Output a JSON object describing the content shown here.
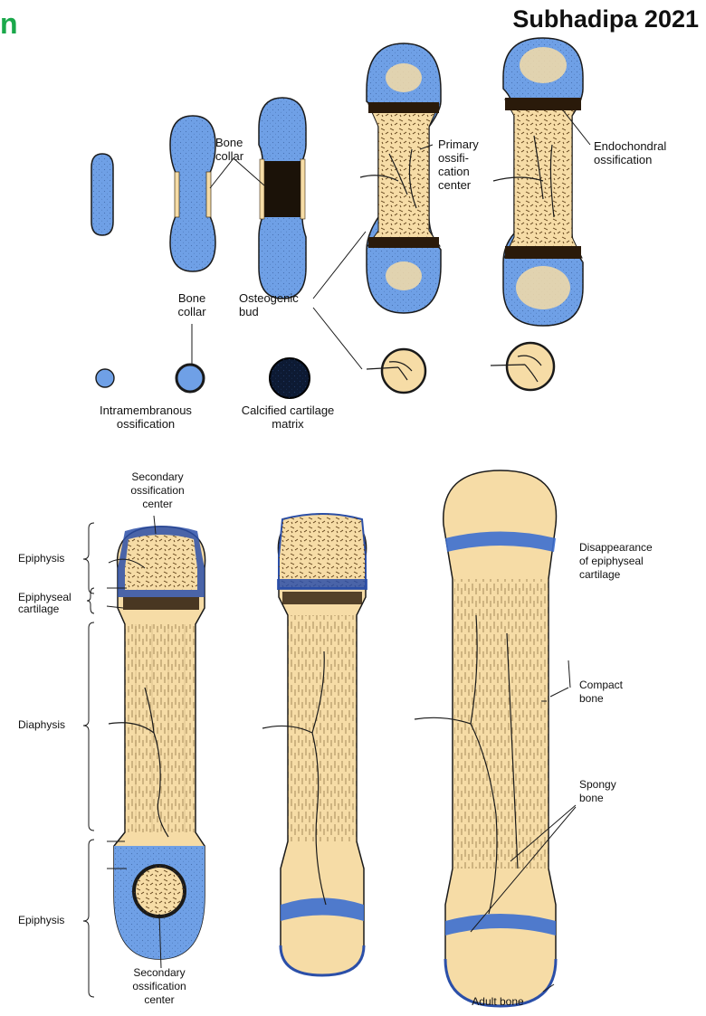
{
  "header": {
    "left": "n",
    "right": "Subhadipa 2021"
  },
  "labels": {
    "bone_collar_top": "Bone\ncollar",
    "primary_center": "Primary\nossifi-\ncation\ncenter",
    "endochondral": "Endochondral\nossification",
    "bone_collar_mid": "Bone\ncollar",
    "osteogenic_bud": "Osteogenic\nbud",
    "intramembranous": "Intramembranous\nossification",
    "calcified_matrix": "Calcified cartilage\nmatrix",
    "secondary_center_top": "Secondary\nossification\ncenter",
    "epiphysis_top": "Epiphysis",
    "epiphyseal_cartilage": "Epiphyseal\ncartilage",
    "diaphysis": "Diaphysis",
    "epiphysis_bottom": "Epiphysis",
    "secondary_center_bottom": "Secondary\nossification\ncenter",
    "disappearance": "Disappearance\nof epiphyseal\ncartilage",
    "compact_bone": "Compact\nbone",
    "spongy_bone": "Spongy\nbone",
    "adult_bone": "Adult bone"
  },
  "colors": {
    "cartilage": "#6fa0e6",
    "bone": "#f6dca6",
    "dark_matrix": "#1b1208",
    "line": "#1a1a1a"
  }
}
